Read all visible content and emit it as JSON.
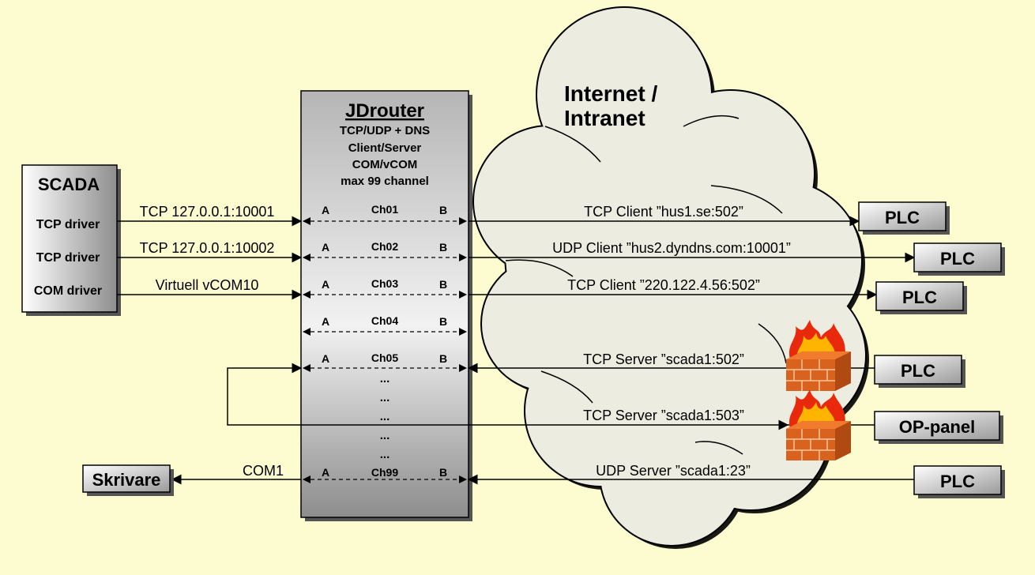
{
  "cloud_title": [
    "Internet /",
    "Intranet"
  ],
  "scada": {
    "title": "SCADA",
    "drivers": [
      "TCP driver",
      "TCP driver",
      "COM driver"
    ]
  },
  "router": {
    "title": "JDrouter",
    "lines": [
      "TCP/UDP + DNS",
      "Client/Server",
      "COM/vCOM",
      "max 99 channel"
    ],
    "side_a": "A",
    "side_b": "B",
    "ellipsis": "..."
  },
  "channels": [
    {
      "id": "Ch01",
      "left_label": "TCP 127.0.0.1:10001",
      "right_label": "TCP Client ”hus1.se:502”"
    },
    {
      "id": "Ch02",
      "left_label": "TCP 127.0.0.1:10002",
      "right_label": "UDP Client ”hus2.dyndns.com:10001”"
    },
    {
      "id": "Ch03",
      "left_label": "Virtuell vCOM10",
      "right_label": "TCP Client ”220.122.4.56:502”"
    },
    {
      "id": "Ch04",
      "left_label": "",
      "right_label": ""
    },
    {
      "id": "Ch05",
      "left_label": "",
      "right_label": "TCP Server ”scada1:502”"
    },
    {
      "id": "Ch99",
      "left_label": "COM1",
      "right_label": "UDP Server ”scada1:23”"
    }
  ],
  "loop_label": "TCP Server ”scada1:503”",
  "devices": [
    "PLC",
    "PLC",
    "PLC",
    "PLC",
    "OP-panel",
    "PLC"
  ],
  "printer": "Skrivare",
  "icons": [
    "firewall-icon",
    "firewall-icon"
  ]
}
